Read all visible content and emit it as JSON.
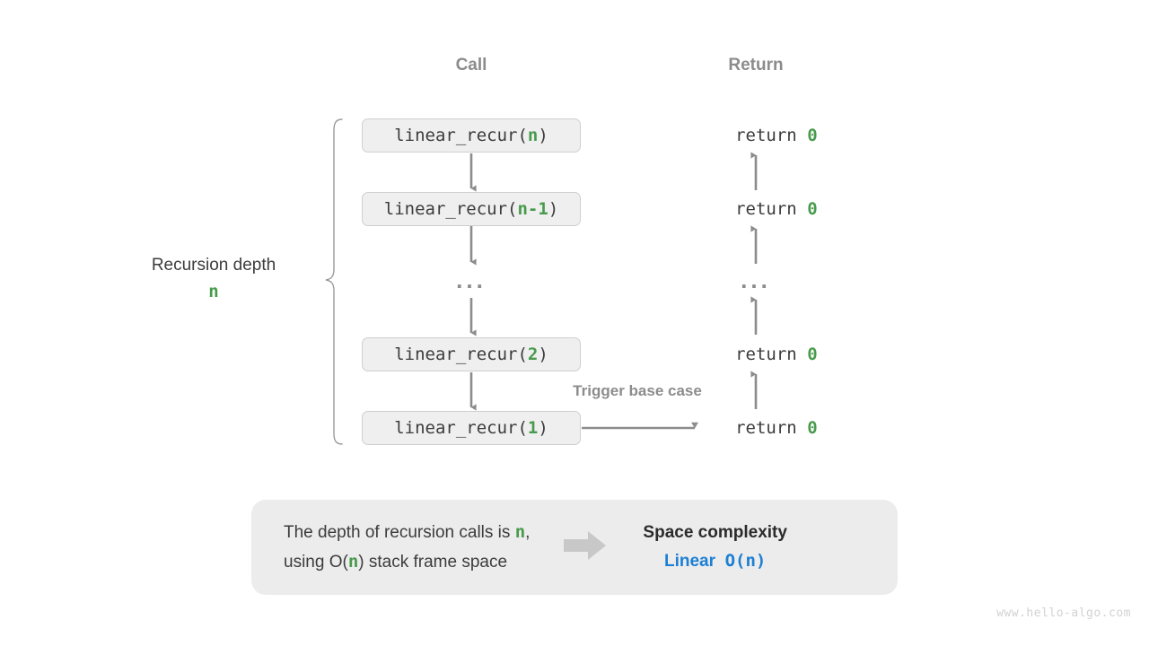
{
  "headers": {
    "call": "Call",
    "return": "Return"
  },
  "depth": {
    "label": "Recursion depth",
    "value": "n"
  },
  "call_stack": [
    {
      "prefix": "linear_recur(",
      "arg": "n",
      "suffix": ")"
    },
    {
      "prefix": "linear_recur(",
      "arg": "n-1",
      "suffix": ")"
    },
    {
      "ellipsis": "..."
    },
    {
      "prefix": "linear_recur(",
      "arg": "2",
      "suffix": ")"
    },
    {
      "prefix": "linear_recur(",
      "arg": "1",
      "suffix": ")"
    }
  ],
  "returns": [
    {
      "text": "return ",
      "value": "0"
    },
    {
      "text": "return ",
      "value": "0"
    },
    {
      "ellipsis": "..."
    },
    {
      "text": "return ",
      "value": "0"
    },
    {
      "text": "return ",
      "value": "0"
    }
  ],
  "annotations": {
    "trigger_base_case": "Trigger base case"
  },
  "callout": {
    "line1_a": "The depth of recursion calls is ",
    "line1_var": "n",
    "line1_b": ",",
    "line2_a": "using O",
    "line2_open": "(",
    "line2_var": "n",
    "line2_close": ")",
    "line2_b": " stack frame space",
    "complexity_title": "Space complexity",
    "complexity_value_word": "Linear",
    "complexity_value_notation": "O(n)"
  },
  "watermark": "www.hello-algo.com",
  "colors": {
    "green": "#489B4C",
    "blue": "#1C7FD4",
    "gray_text": "#3c3c3c",
    "gray_muted": "#8c8c8c",
    "box_fill": "#efefef",
    "box_border": "#cfcfcf",
    "callout_fill": "#ececec",
    "arrow": "#8c8c8c",
    "block_arrow": "#c8c8c8"
  },
  "icons": {
    "down_arrow": "down-arrow-icon",
    "up_arrow": "up-arrow-icon",
    "right_arrow": "right-arrow-icon",
    "block_arrow": "block-arrow-right-icon",
    "brace": "curly-brace-icon"
  }
}
